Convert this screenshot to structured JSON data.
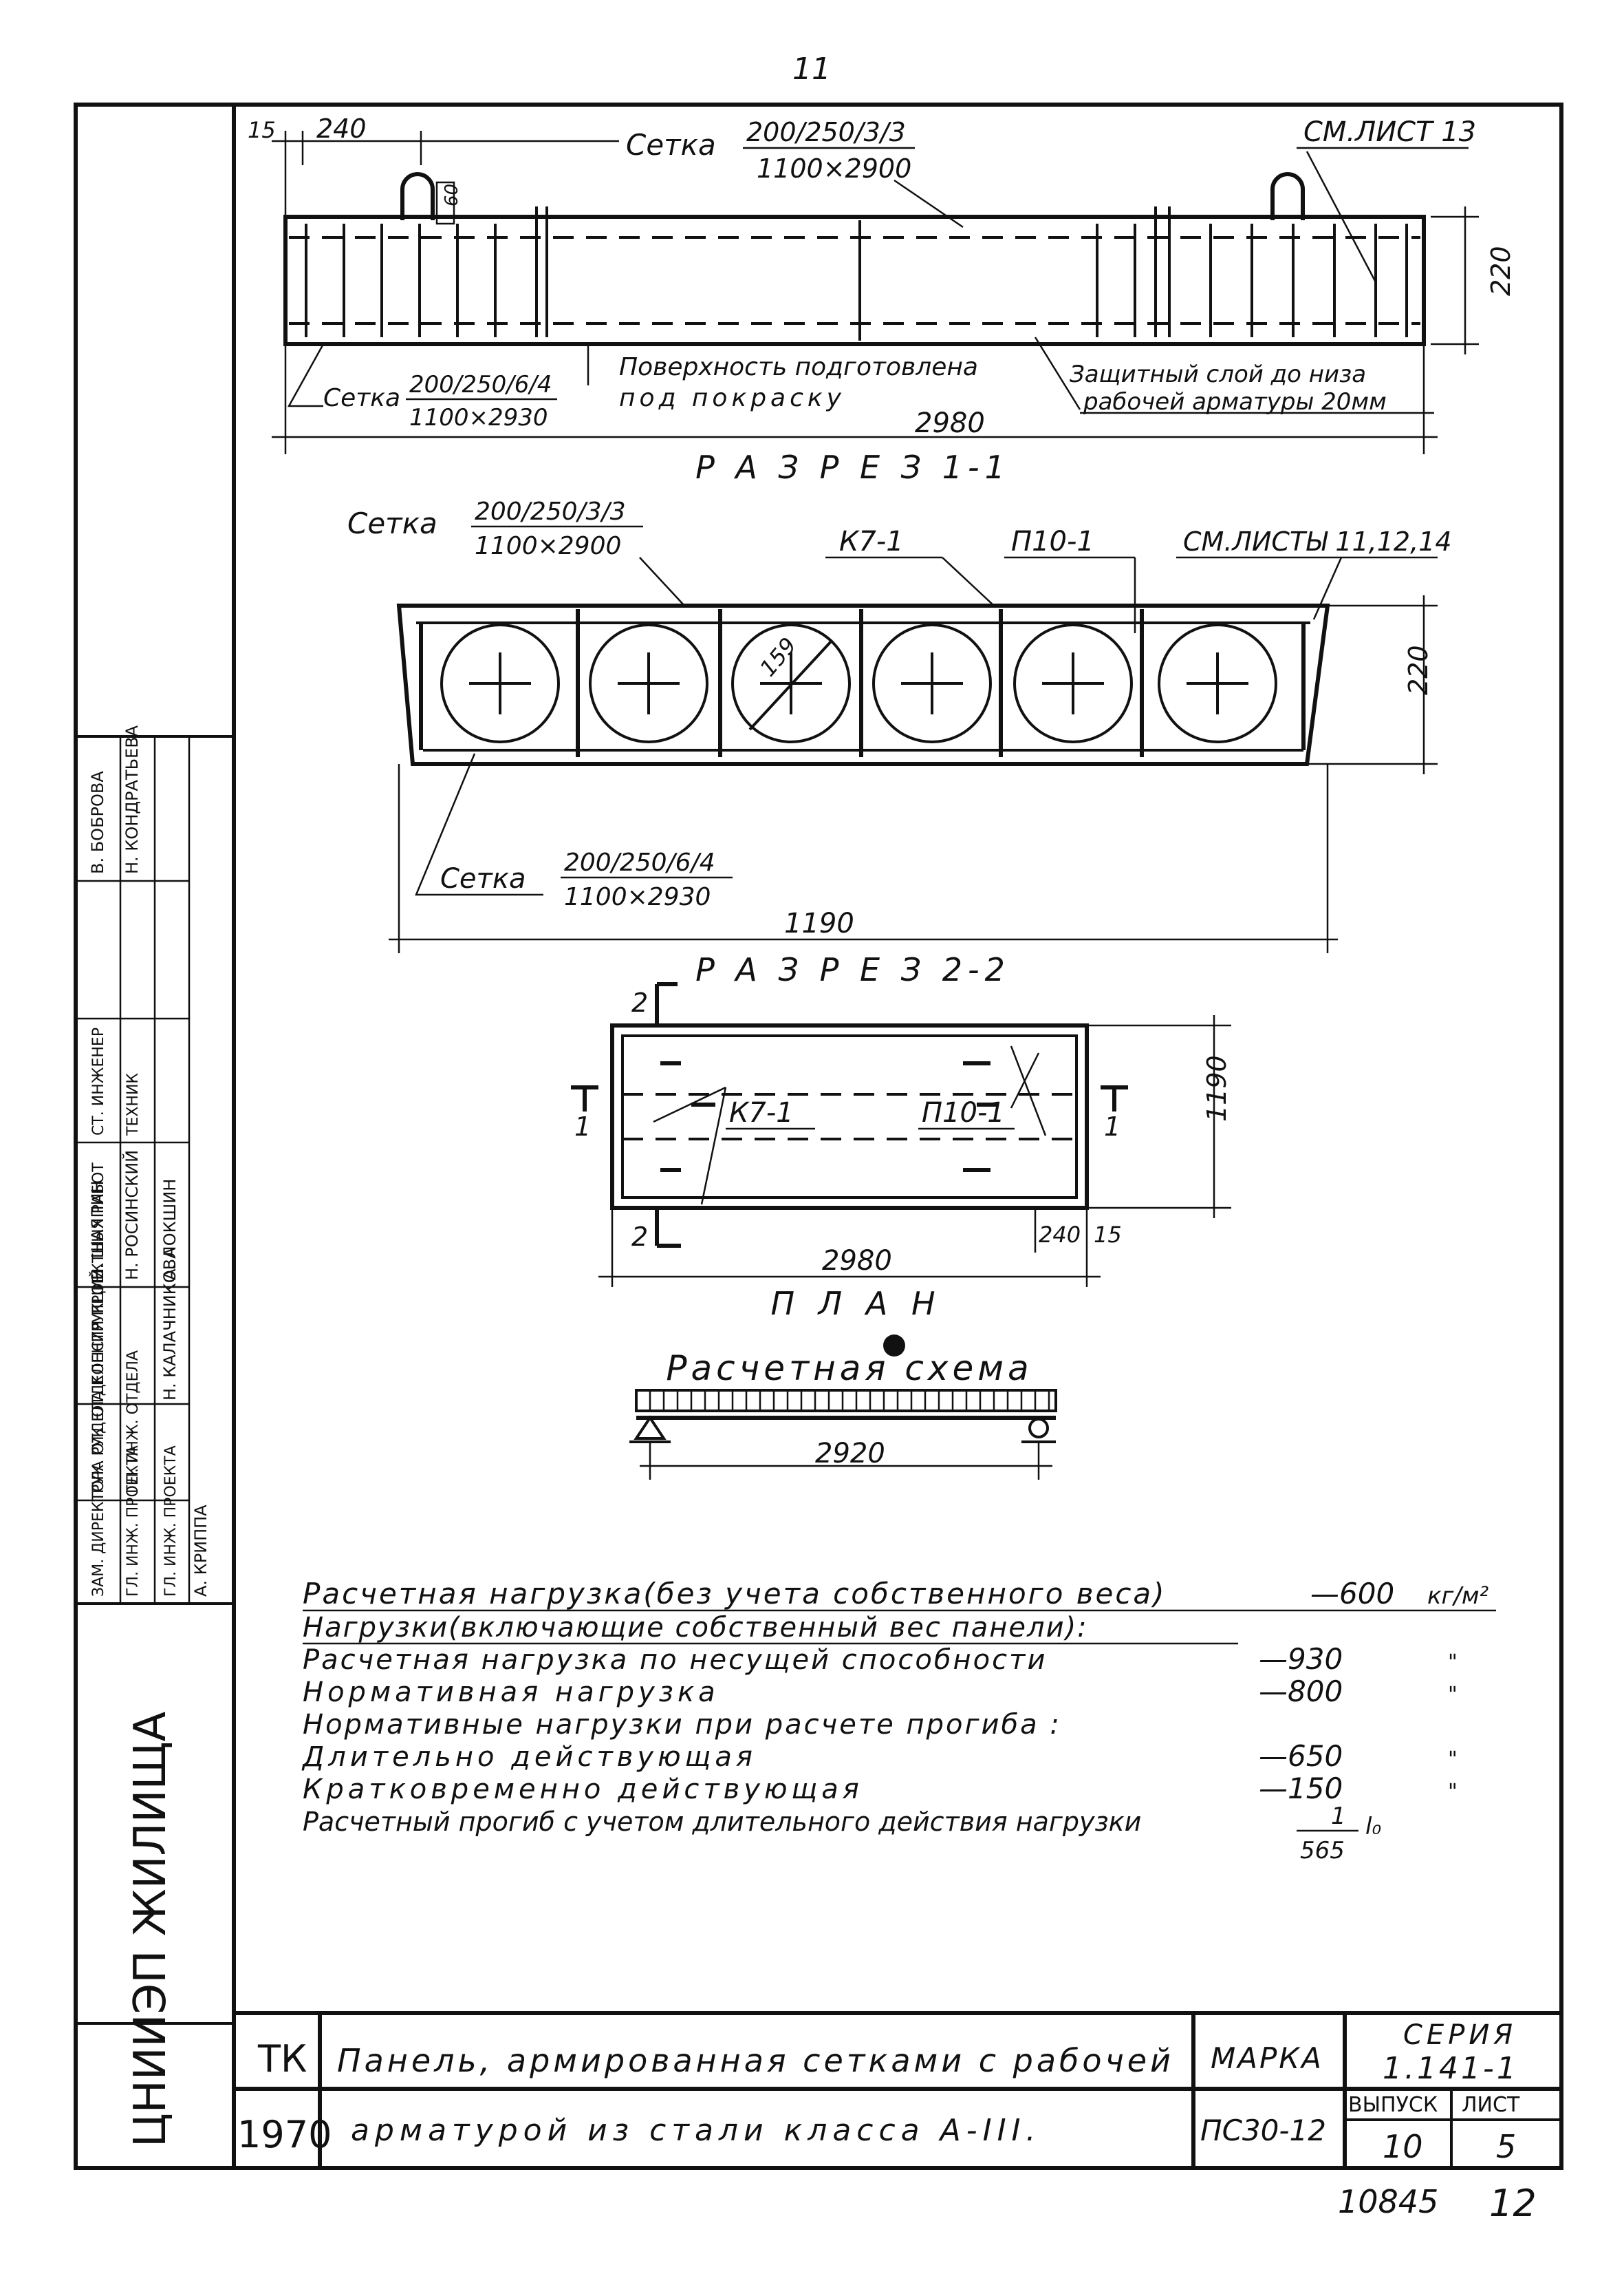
{
  "page_number": "11",
  "section_1": {
    "dim_left_15": "15",
    "dim_240": "240",
    "mesh_label": "Сетка",
    "mesh_top_num": "200/250/3/3",
    "mesh_top_den": "1100×2900",
    "ref_sheet": "СМ.ЛИСТ 13",
    "dim_60": "60",
    "dim_height": "220",
    "mesh_bottom_num": "200/250/6/4",
    "mesh_bottom_den": "1100×2930",
    "surface_note_1": "Поверхность подготовлена",
    "surface_note_2": "под покраску",
    "cover_note_1": "Защитный слой до низа",
    "cover_note_2": "рабочей арматуры 20мм",
    "dim_length": "2980",
    "title": "Р А З Р Е З 1-1"
  },
  "section_2": {
    "mesh_label": "Сетка",
    "mesh_top_num": "200/250/3/3",
    "mesh_top_den": "1100×2900",
    "frame_k": "К7-1",
    "frame_p": "П10-1",
    "ref_sheets": "СМ.ЛИСТЫ 11,12,14",
    "dim_void": "159",
    "dim_height": "220",
    "mesh_bottom_num": "200/250/6/4",
    "mesh_bottom_den": "1100×2930",
    "dim_width": "1190",
    "title": "Р А З Р Е З 2-2"
  },
  "plan": {
    "cut_2": "2",
    "cut_1": "1",
    "frame_k": "К7-1",
    "frame_p": "П10-1",
    "dim_width": "1190",
    "dim_240": "240",
    "dim_15": "15",
    "dim_length": "2980",
    "title": "П Л А Н"
  },
  "scheme": {
    "title": "Расчетная схема",
    "span": "2920"
  },
  "loads": {
    "line1_text": "Расчетная нагрузка(без учета собственного веса)",
    "line1_value": "—600",
    "line1_unit": "кг/м²",
    "line2_text": "Нагрузки(включающие собственный вес панели):",
    "rows": [
      {
        "label": "Расчетная нагрузка по несущей способности",
        "value": "—930",
        "unit": "\""
      },
      {
        "label": "Нормативная нагрузка",
        "value": "—800",
        "unit": "\""
      },
      {
        "label": "Нормативные нагрузки при расчете прогиба :",
        "value": "",
        "unit": ""
      },
      {
        "label": "Длительно действующая",
        "value": "—650",
        "unit": "\""
      },
      {
        "label": "Кратковременно действующая",
        "value": "—150",
        "unit": "\""
      }
    ],
    "deflection_label": "Расчетный прогиб с учетом длительного действия нагрузки",
    "deflection_num": "1",
    "deflection_den": "565",
    "deflection_suffix": "l₀"
  },
  "stamp": {
    "tk": "ТК",
    "year": "1970",
    "title_line1": "Панель, армированная сетками с рабочей",
    "title_line2": "арматурой из стали класса А-III.",
    "marka_label": "МАРКА",
    "marka_value": "ПС30-12",
    "series_label": "СЕРИЯ",
    "series_value": "1.141-1",
    "issue_label": "ВЫПУСК",
    "issue_value": "10",
    "sheet_label": "ЛИСТ",
    "sheet_value": "5"
  },
  "side_block": {
    "org": "ЦНИИЭП ЖИЛИЩА",
    "positions": [
      "ЗАМ. ДИРЕКТОРА РУК. ОТДЕЛЕНИЯ ПРОЕКТНЫХ РАБОТ",
      "РУК. ОТДЕЛА КОНСТРУКЦИЙ",
      "ГЛ. ИНЖ. ОТДЕЛА",
      "ГЛ. ИНЖ. ПРОЕКТА",
      "ГЛ. ИНЖ. ПРОЕКТА",
      "СТ. ИНЖЕНЕР",
      "ТЕХНИК"
    ],
    "names": [
      "А. КРИППА",
      "Б. ШАЯПИН",
      "Н. РОСИНСКИЙ",
      "А. ЛОКШИН",
      "Н. КАЛАЧНИКОВА",
      "В. БОБРОВА",
      "Н. КОНДРАТЬЕВА"
    ]
  },
  "footer": {
    "archive_number": "10845",
    "page_total": "12"
  }
}
